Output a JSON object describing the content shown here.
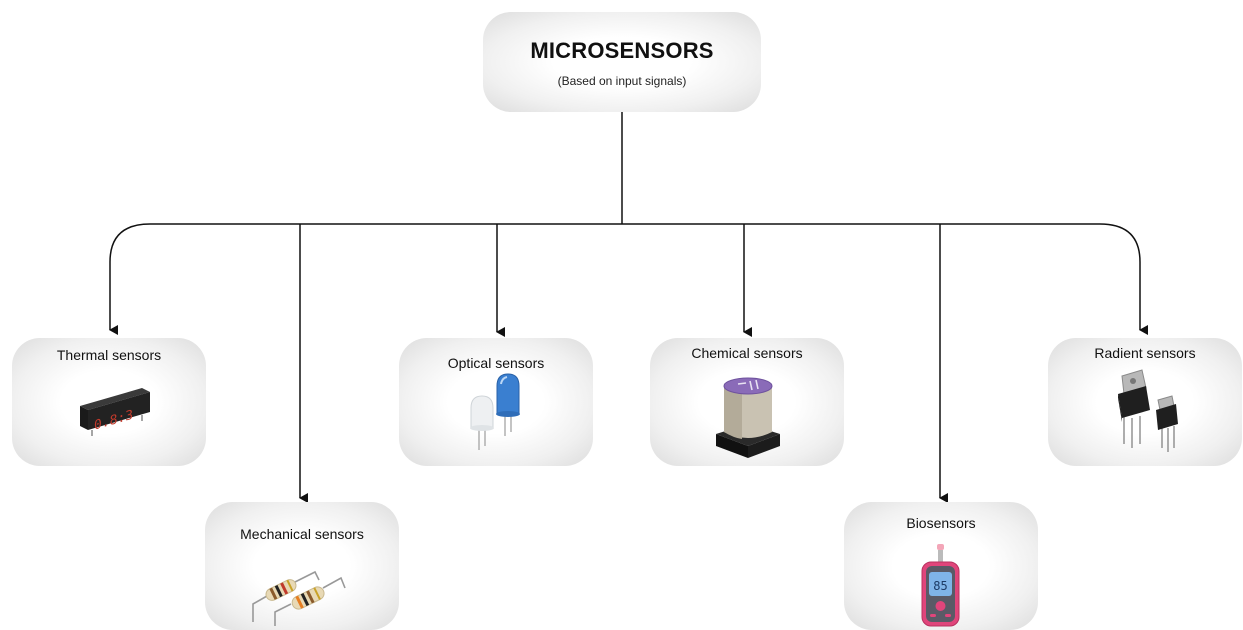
{
  "root": {
    "title": "MICROSENSORS",
    "subtitle": "(Based on input signals)"
  },
  "nodes": {
    "thermal": {
      "label": "Thermal sensors",
      "display_value": "0.8:3"
    },
    "mechanical": {
      "label": "Mechanical sensors"
    },
    "optical": {
      "label": "Optical sensors"
    },
    "chemical": {
      "label": "Chemical sensors"
    },
    "bio": {
      "label": "Biosensors",
      "display_value": "85"
    },
    "radient": {
      "label": "Radient sensors"
    }
  },
  "colors": {
    "line": "#111111",
    "display_red": "#c0392b",
    "led_blue": "#3a7fd0",
    "capacitor_purple": "#8a6bb8",
    "glucometer_pink": "#e0457b"
  }
}
